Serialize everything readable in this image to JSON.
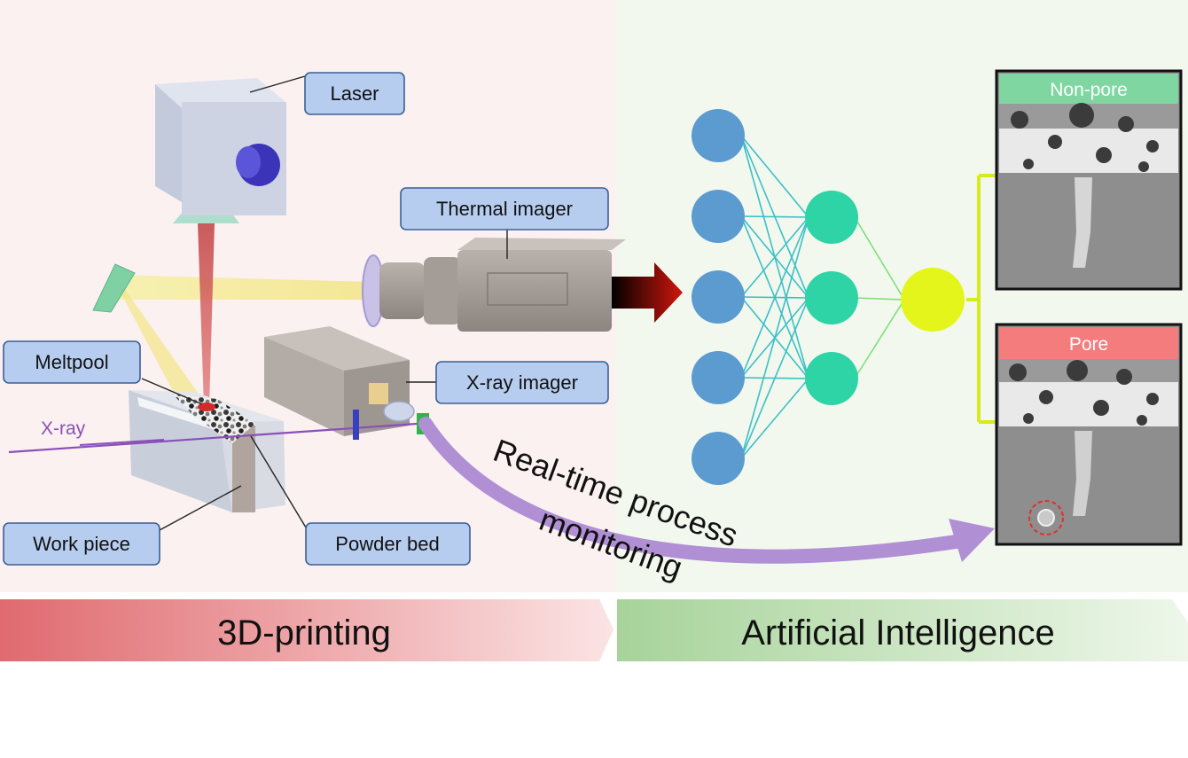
{
  "labels": {
    "laser": "Laser",
    "thermal_imager": "Thermal imager",
    "meltpool": "Meltpool",
    "xray_imager": "X-ray imager",
    "xray": "X-ray",
    "work_piece": "Work piece",
    "powder_bed": "Powder bed"
  },
  "monitoring": {
    "line1": "Real-time process",
    "line2": "monitoring"
  },
  "results": {
    "non_pore": "Non-pore",
    "pore": "Pore"
  },
  "banners": {
    "left": "3D-printing",
    "right": "Artificial Intelligence"
  },
  "colors": {
    "left_panel": "#fbf1f1",
    "right_panel": "#f2f8ee",
    "label_fill": "#b7cdf0",
    "non_pore": "#7fd6a0",
    "pore": "#f47c7c",
    "input_nodes": "#5b9bd0",
    "hidden_nodes": "#2ed3a6",
    "output_node": "#e3f51a",
    "xray_purple": "#8a4fb7"
  },
  "neural_net": {
    "layers": [
      5,
      3,
      1
    ]
  }
}
